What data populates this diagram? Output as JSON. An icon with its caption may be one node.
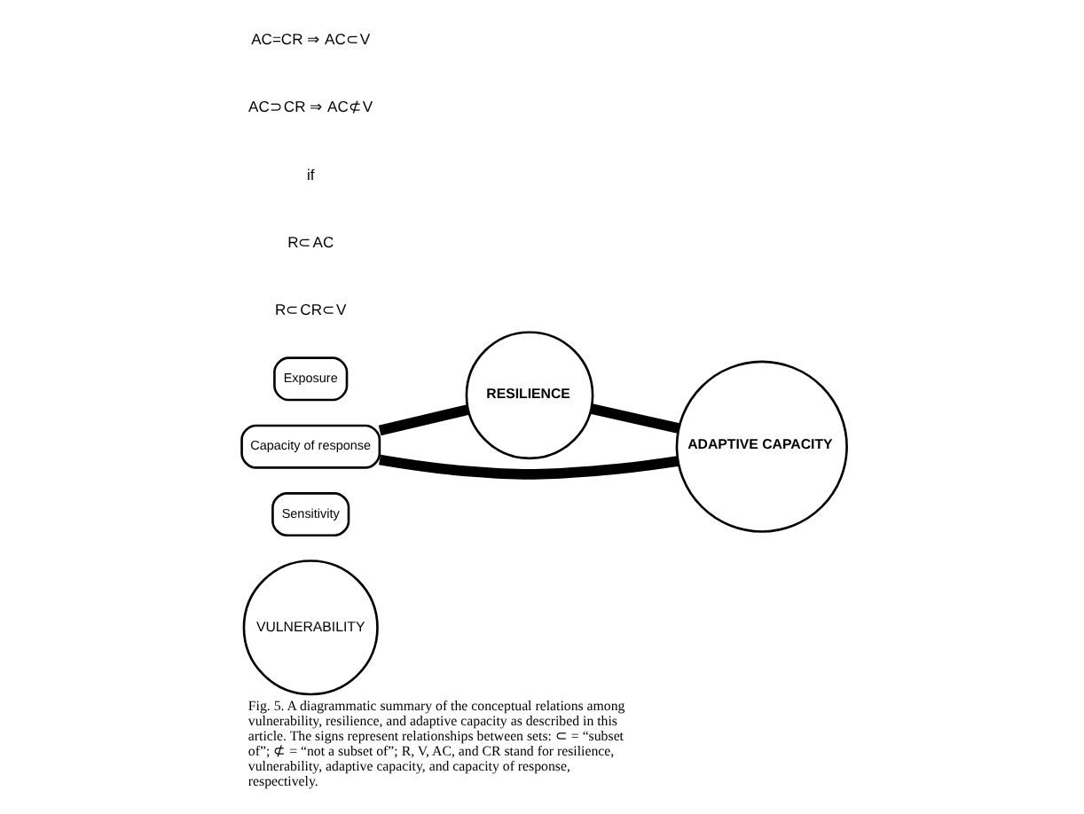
{
  "diagram": {
    "caption": "Fig. 5. A diagrammatic summary of the conceptual relations among vulnerability, resilience, and adaptive capacity as described in this article. The signs represent relationships between sets: ⊂ = “subset of”; ⊄ = “not a subset of”; R, V, AC, and CR stand for resilience, vulnerability, adaptive capacity, and capacity of response, respectively.",
    "nodes": [
      {
        "text": [
          "VULNERABILITY"
        ]
      },
      {
        "text": [
          "Sensitivity"
        ]
      },
      {
        "text": [
          "Capacity of response"
        ]
      },
      {
        "text": [
          "Exposure"
        ]
      },
      {
        "text": [
          "RESILIENCE"
        ]
      },
      {
        "text": [
          "ADAPTIVE CAPACITY"
        ]
      }
    ],
    "edges": [
      {
        "from": 2,
        "to": 4,
        "arrow": "none"
      },
      {
        "from": 2,
        "to": 5,
        "arrow": "none"
      },
      {
        "from": 4,
        "to": 5,
        "arrow": "none"
      }
    ],
    "labels": [
      "R⊂CR⊂V",
      "R⊂AC",
      "if",
      "AC⊃CR ⇒ AC⊄V",
      "AC=CR ⇒ AC⊂V"
    ]
  }
}
